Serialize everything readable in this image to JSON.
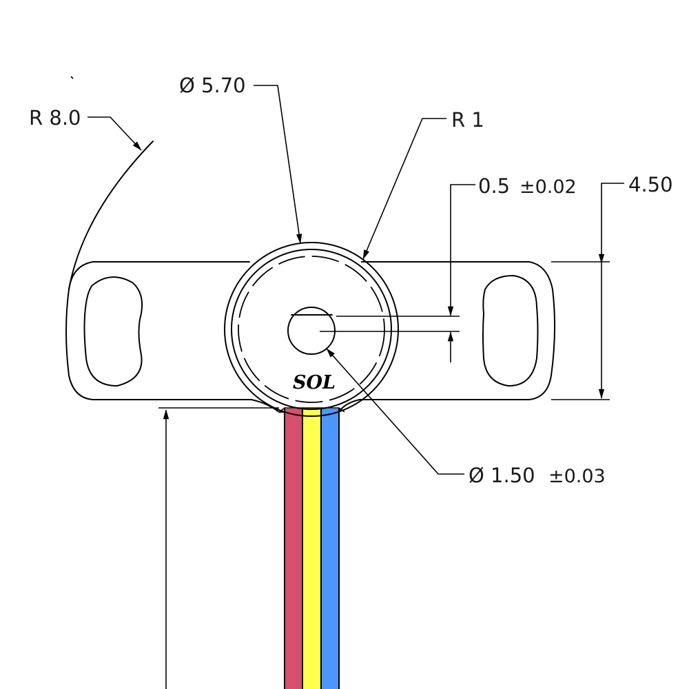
{
  "drawing": {
    "dimensions": {
      "radius_arc": {
        "label": "R 8.0"
      },
      "outer_diameter": {
        "label": "Ø 5.70"
      },
      "fillet_radius": {
        "label": "R 1"
      },
      "slot_width": {
        "label": "0.5",
        "tolerance": "±0.02"
      },
      "body_height": {
        "label": "4.50"
      },
      "shaft_diameter": {
        "label": "Ø 1.50",
        "tolerance": "±0.03"
      }
    },
    "logo": {
      "text": "SOL"
    },
    "wires": {
      "colors": [
        "#d6506e",
        "#ffff4d",
        "#4d96ff"
      ]
    },
    "line_color": "#000000"
  }
}
